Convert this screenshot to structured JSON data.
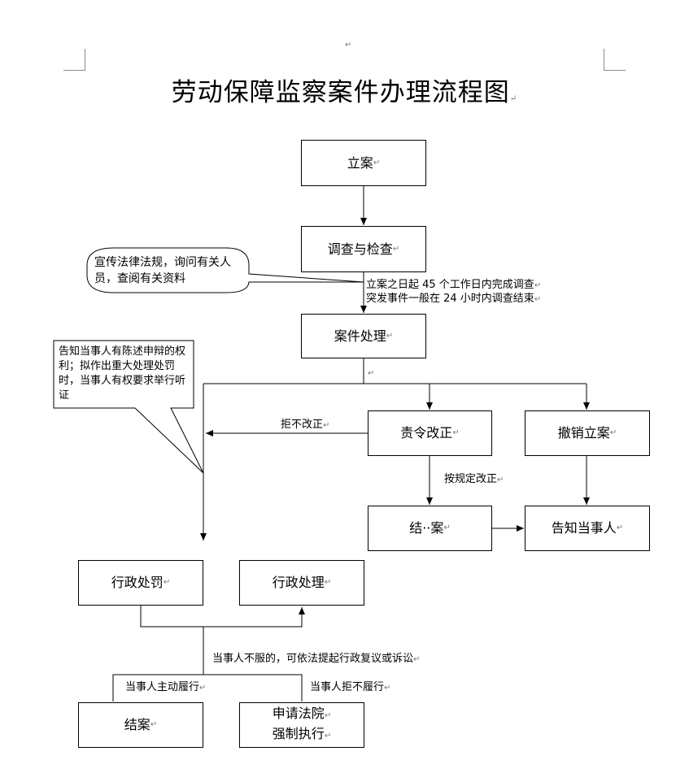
{
  "title": "劳动保障监察案件办理流程图",
  "nodes": {
    "lian": "立案",
    "diaocha": "调查与检查",
    "chuli": "案件处理",
    "zeling": "责令改正",
    "chexiao": "撤销立案",
    "jiean_mid": "结··案",
    "gaozhi": "告知当事人",
    "xingzheng_chufa": "行政处罚",
    "xingzheng_chuli": "行政处理",
    "jiean_bottom": "结案",
    "shenqing_line1": "申请法院",
    "shenqing_line2": "强制执行"
  },
  "labels": {
    "time_line1": "立案之日起 45 个工作日内完成调查",
    "time_line2": "突发事件一般在 24 小时内调查结束",
    "jubu_gaizheng": "拒不改正",
    "anguiding_gaizheng": "按规定改正",
    "bufu": "当事人不服的，可依法提起行政复议或诉讼",
    "zhudong_lvxing": "当事人主动履行",
    "jubu_lvxing": "当事人拒不履行"
  },
  "callouts": {
    "left_top": "宣传法律法规，询问有关人员，查阅有关资料",
    "left_mid": "告知当事人有陈述申辩的权利；拟作出重大处理处罚时，当事人有权要求举行听证"
  },
  "edit_mark": "↵"
}
